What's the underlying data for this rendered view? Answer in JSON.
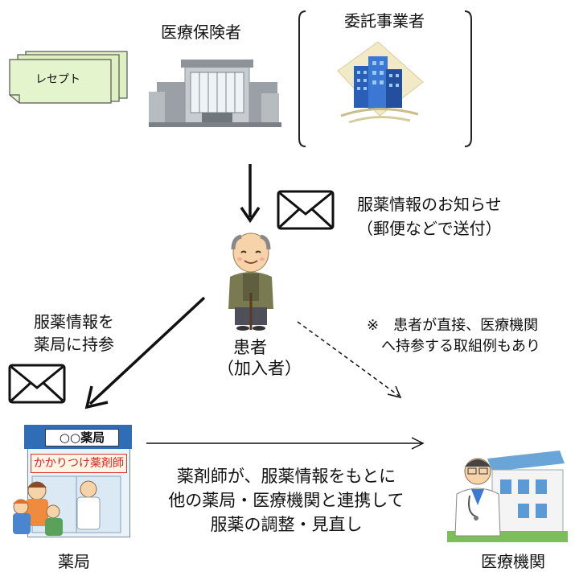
{
  "insurer": {
    "label": "医療保険者"
  },
  "contractor": {
    "label": "委託事業者"
  },
  "receipt": {
    "label": "レセプト"
  },
  "notice": {
    "line1": "服薬情報のお知らせ",
    "line2": "（郵便などで送付）"
  },
  "patient": {
    "line1": "患者",
    "line2": "（加入者）"
  },
  "bring_info": {
    "line1": "服薬情報を",
    "line2": "薬局に持参"
  },
  "note": {
    "line1": "※　患者が直接、医療機関",
    "line2": "へ持参する取組例もあり"
  },
  "pharmacy": {
    "sign": "○○薬局",
    "banner": "かかりつけ薬剤師",
    "label": "薬局"
  },
  "collaboration": {
    "line1": "薬剤師が、服薬情報をもとに",
    "line2": "他の薬局・医療機関と連携して",
    "line3": "服薬の調整・見直し"
  },
  "clinic": {
    "label": "医療機関"
  }
}
